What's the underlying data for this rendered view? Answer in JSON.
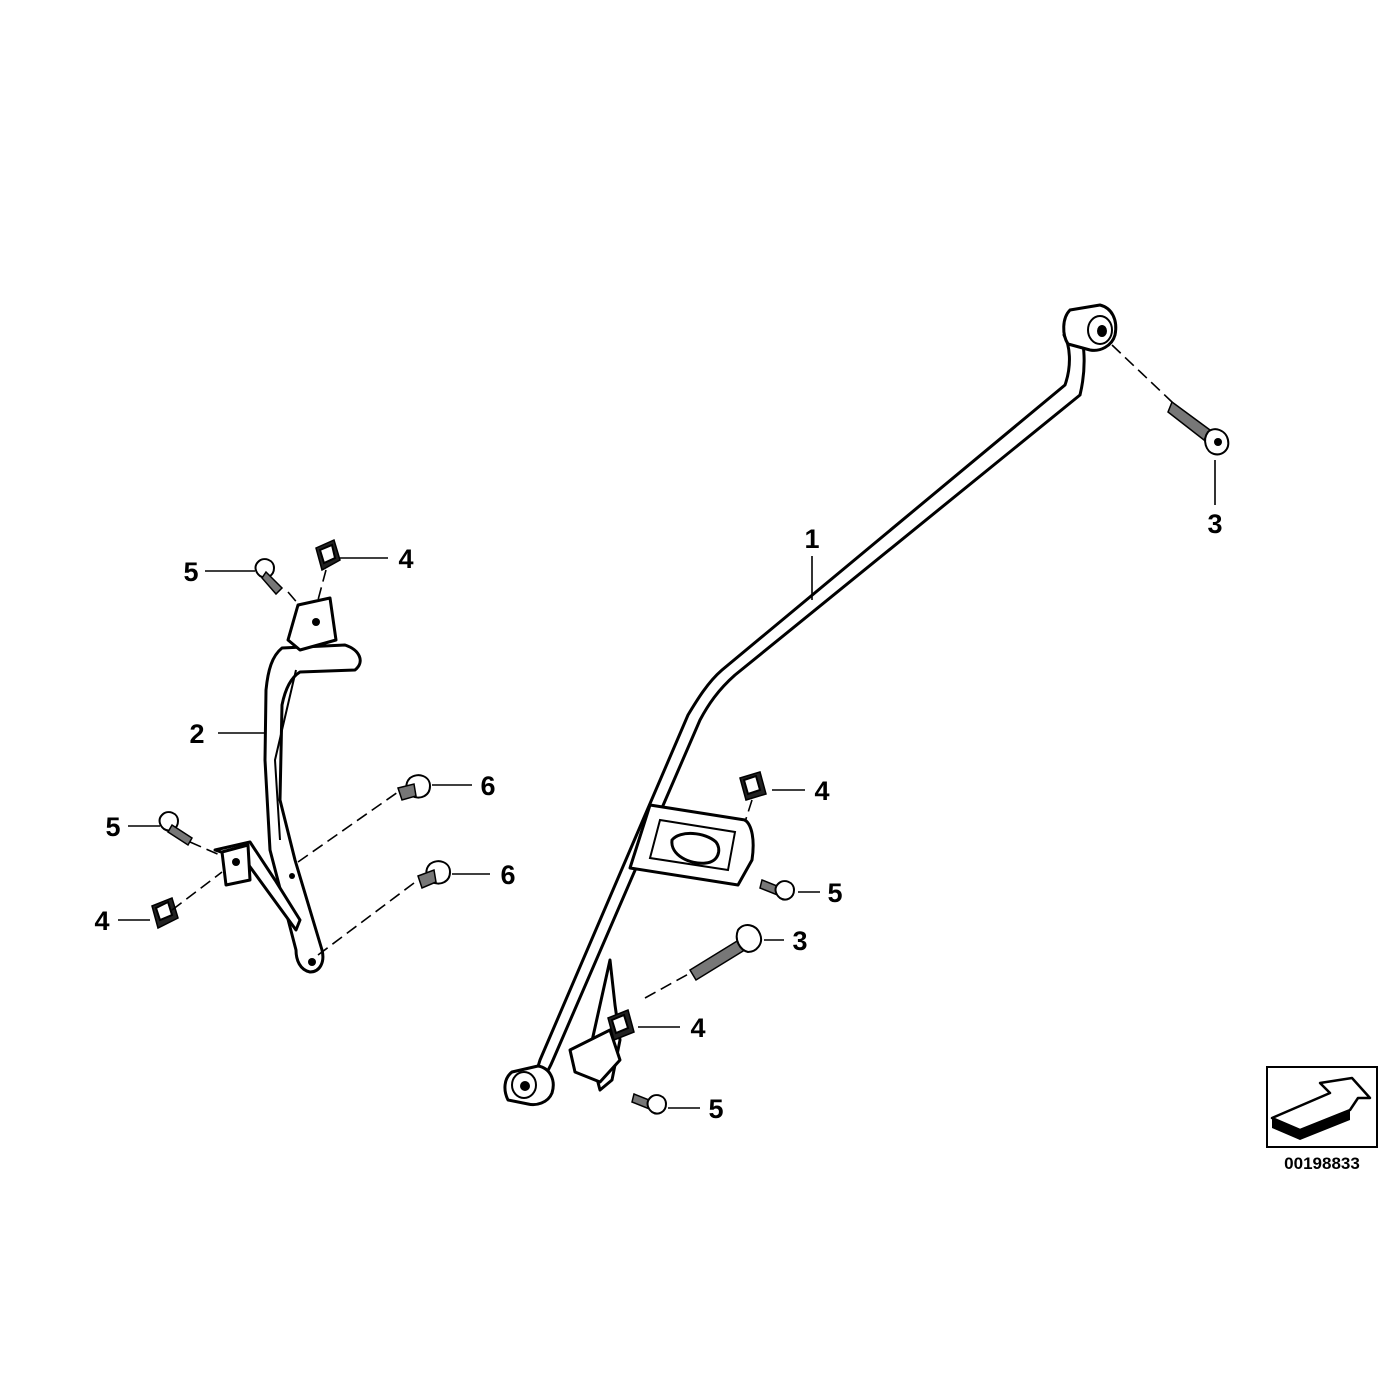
{
  "callouts": {
    "c1": "1",
    "c2": "2",
    "c3_top": "3",
    "c3_mid": "3",
    "c4_left_top": "4",
    "c4_left_bottom": "4",
    "c4_right_top": "4",
    "c4_right_bottom": "4",
    "c5_left_top": "5",
    "c5_left_bottom": "5",
    "c5_right_mid": "5",
    "c5_right_bottom": "5",
    "c6_top": "6",
    "c6_bottom": "6"
  },
  "diagram_code": "00198833"
}
